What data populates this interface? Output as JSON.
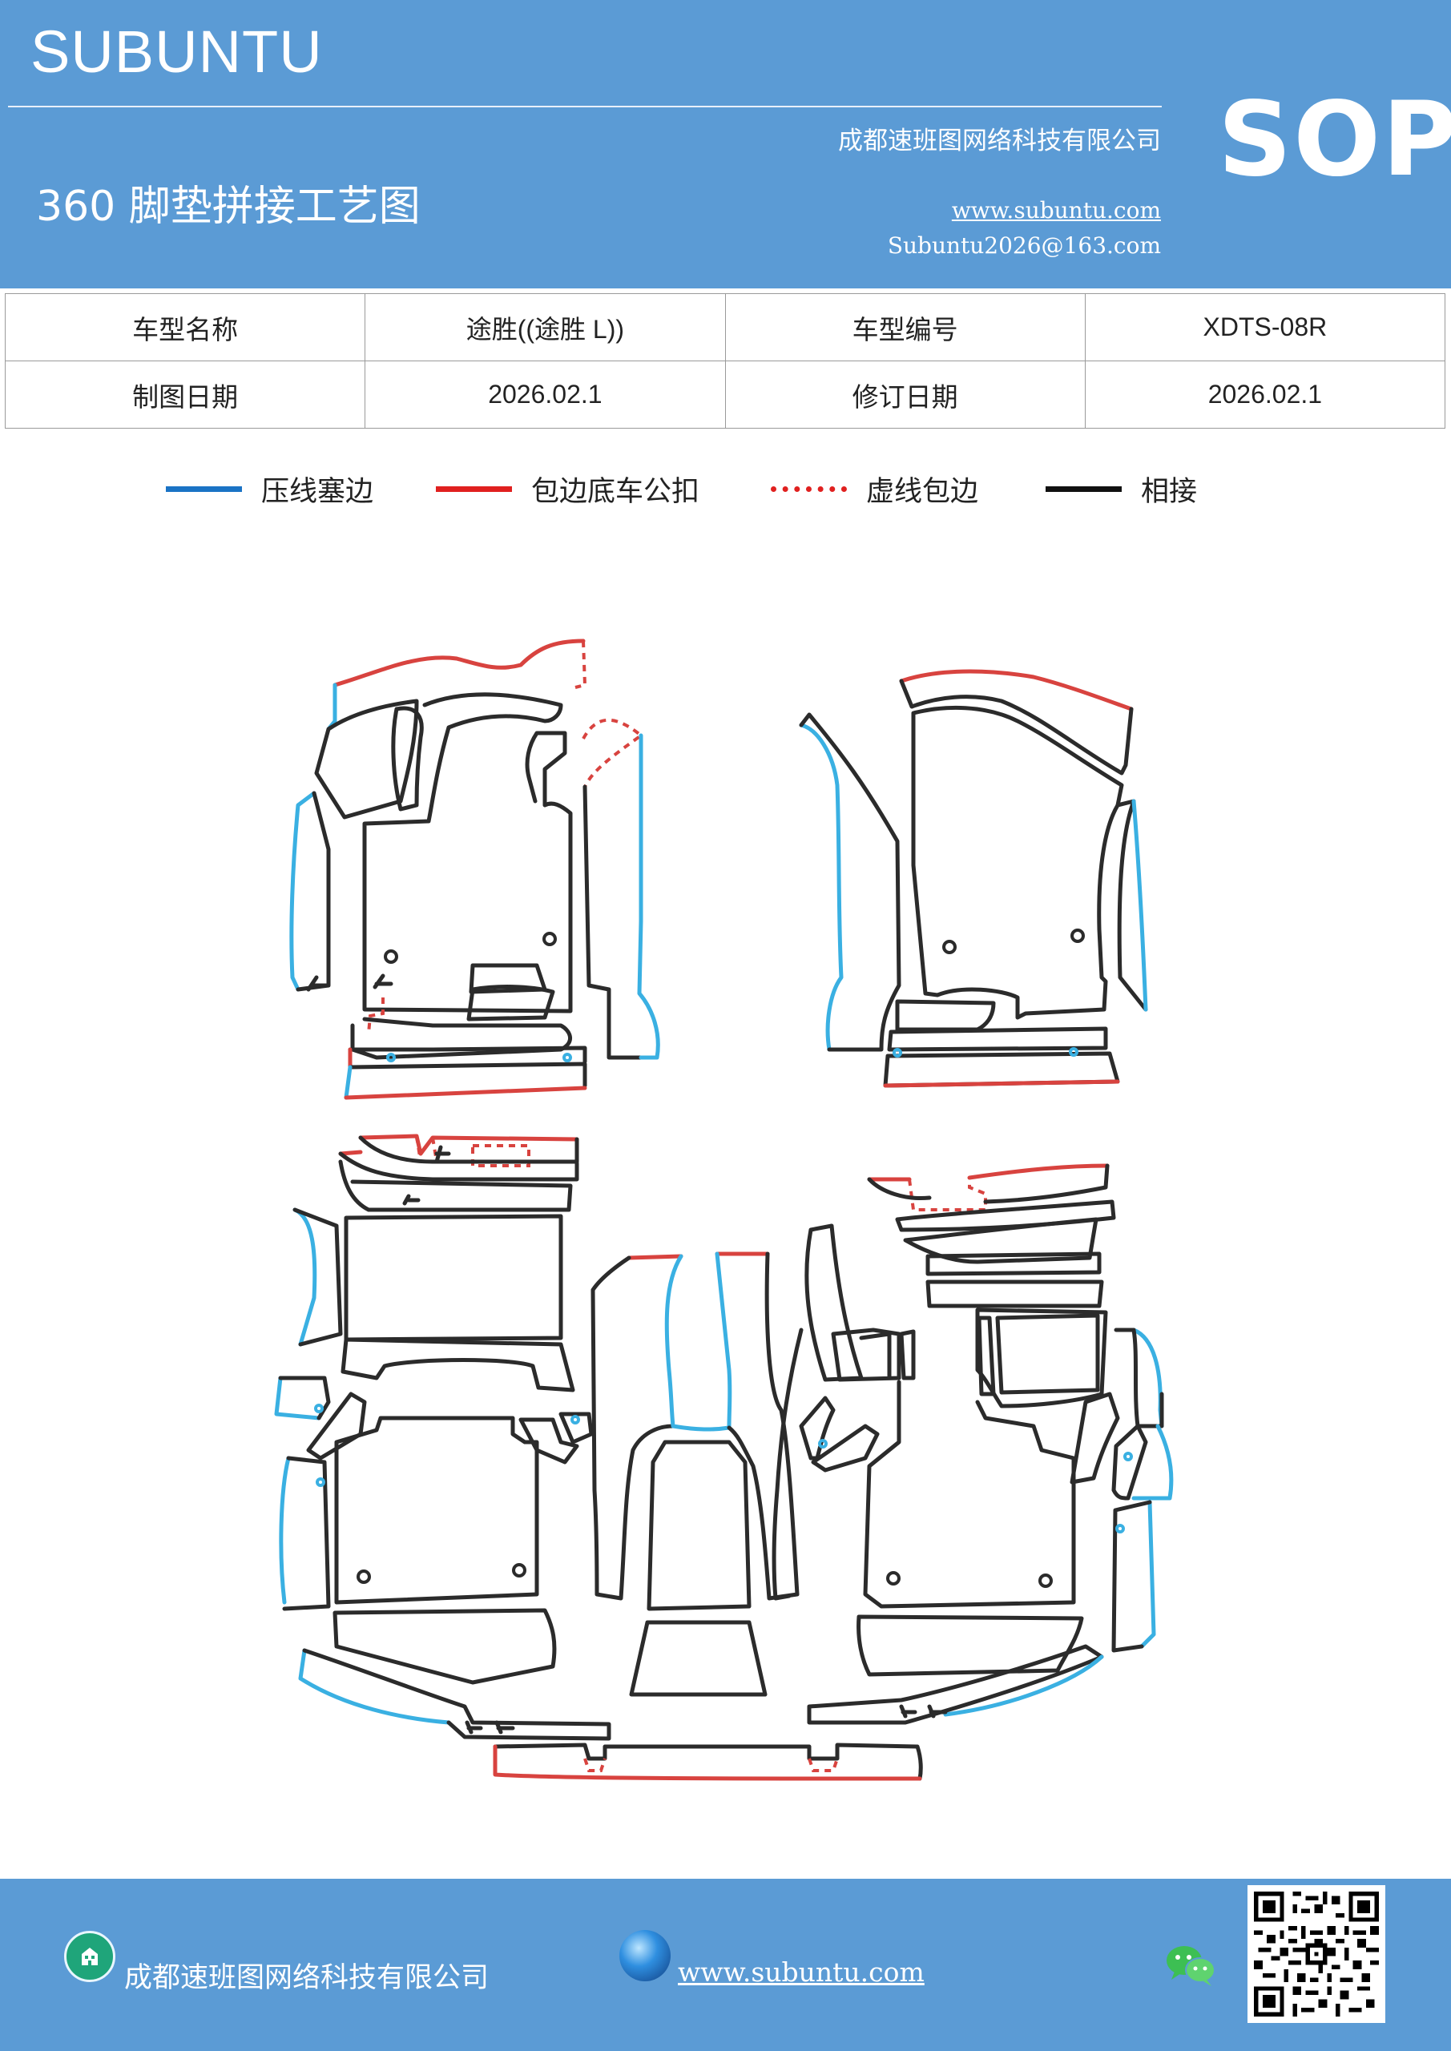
{
  "header": {
    "brand": "SUBUNTU",
    "company": "成都速班图网络科技有限公司",
    "title": "360 脚垫拼接工艺图",
    "website": "www.subuntu.com",
    "email": "Subuntu2026@163.com",
    "badge": "SOP"
  },
  "info_table": [
    [
      {
        "label": "车型名称",
        "value": "途胜((途胜 L))"
      },
      {
        "label": "车型编号",
        "value": "XDTS-08R"
      }
    ],
    [
      {
        "label": "制图日期",
        "value": "2026.02.1"
      },
      {
        "label": "修订日期",
        "value": "2026.02.1"
      }
    ]
  ],
  "legend": [
    {
      "label": "压线塞边",
      "color": "#1a73c5",
      "style": "solid"
    },
    {
      "label": "包边底车公扣",
      "color": "#e0201f",
      "style": "solid"
    },
    {
      "label": "虚线包边",
      "color": "#e0201f",
      "style": "dotted"
    },
    {
      "label": "相接",
      "color": "#111111",
      "style": "solid"
    }
  ],
  "footer": {
    "company": "成都速班图网络科技有限公司",
    "website": "www.subuntu.com",
    "icons": [
      "building-icon",
      "globe-icon",
      "wechat-icon",
      "qr-code"
    ]
  }
}
